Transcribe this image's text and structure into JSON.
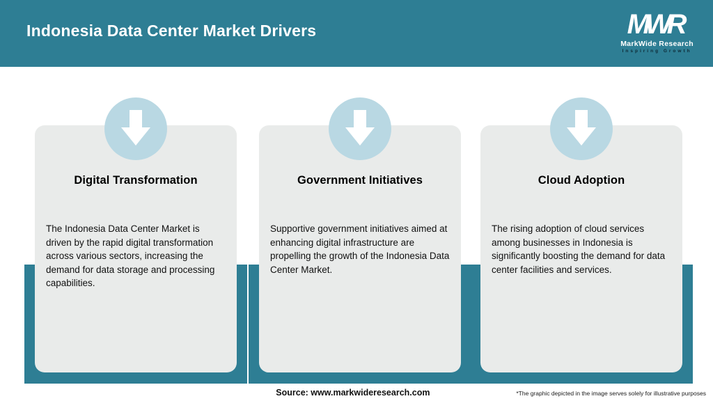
{
  "header": {
    "title": "Indonesia Data Center Market Drivers",
    "logo": {
      "acronym": "MWR",
      "name": "MarkWide Research",
      "tagline": "Inspiring Growth"
    }
  },
  "cards": [
    {
      "title": "Digital Transformation",
      "description": "The Indonesia Data Center Market is driven by the rapid digital transformation across various sectors, increasing the demand for data storage and processing capabilities."
    },
    {
      "title": "Government Initiatives",
      "description": "Supportive government initiatives aimed at enhancing digital infrastructure are propelling the growth of the Indonesia Data Center Market."
    },
    {
      "title": "Cloud Adoption",
      "description": "The rising adoption of cloud services among businesses in Indonesia is significantly boosting the demand for data center facilities and services."
    }
  ],
  "footer": {
    "source": "Source: www.markwideresearch.com",
    "disclaimer": "*The graphic depicted in the image serves solely for illustrative purposes"
  },
  "colors": {
    "teal": "#2e7e94",
    "light_blue": "#b9d8e3",
    "card_gray": "#e9ebea"
  }
}
